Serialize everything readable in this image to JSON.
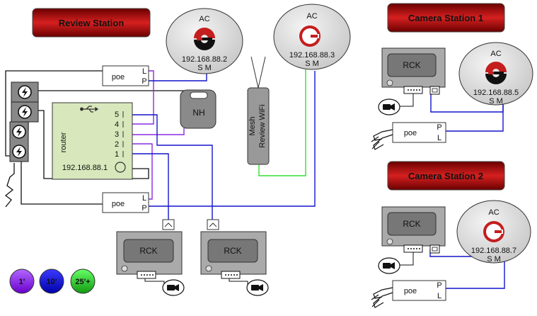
{
  "titles": {
    "review": "Review Station",
    "cam1": "Camera Station 1",
    "cam2": "Camera Station 2"
  },
  "ac": {
    "label": "AC",
    "mode": "S M",
    "ip1": "192.168.88.2",
    "ip2": "192.168.88.3",
    "ip3": "192.168.88.5",
    "ip4": "192.168.88.7"
  },
  "poe": {
    "label": "poe",
    "L": "L",
    "P": "P"
  },
  "router": {
    "label": "router",
    "ip": "192.168.88.1",
    "ports": [
      "5",
      "4",
      "3",
      "2",
      "1"
    ]
  },
  "nh": "NH",
  "rck": "RCK",
  "mesh": {
    "line1": "Mesh",
    "line2": "Review WiFi"
  },
  "legend": {
    "a": "1'",
    "b": "10'",
    "c": "25'+"
  },
  "colors": {
    "title_dark": "#7a0000",
    "title_light": "#d62020",
    "purple": "#8a2be2",
    "blue": "#1414cc",
    "green": "#33dd33",
    "router_fill": "#d8e8bc"
  },
  "icons": [
    "bolt-icon",
    "usb-icon",
    "camera-icon",
    "ethernet-port-icon",
    "brand-logo-icon",
    "network-jack-icon"
  ]
}
